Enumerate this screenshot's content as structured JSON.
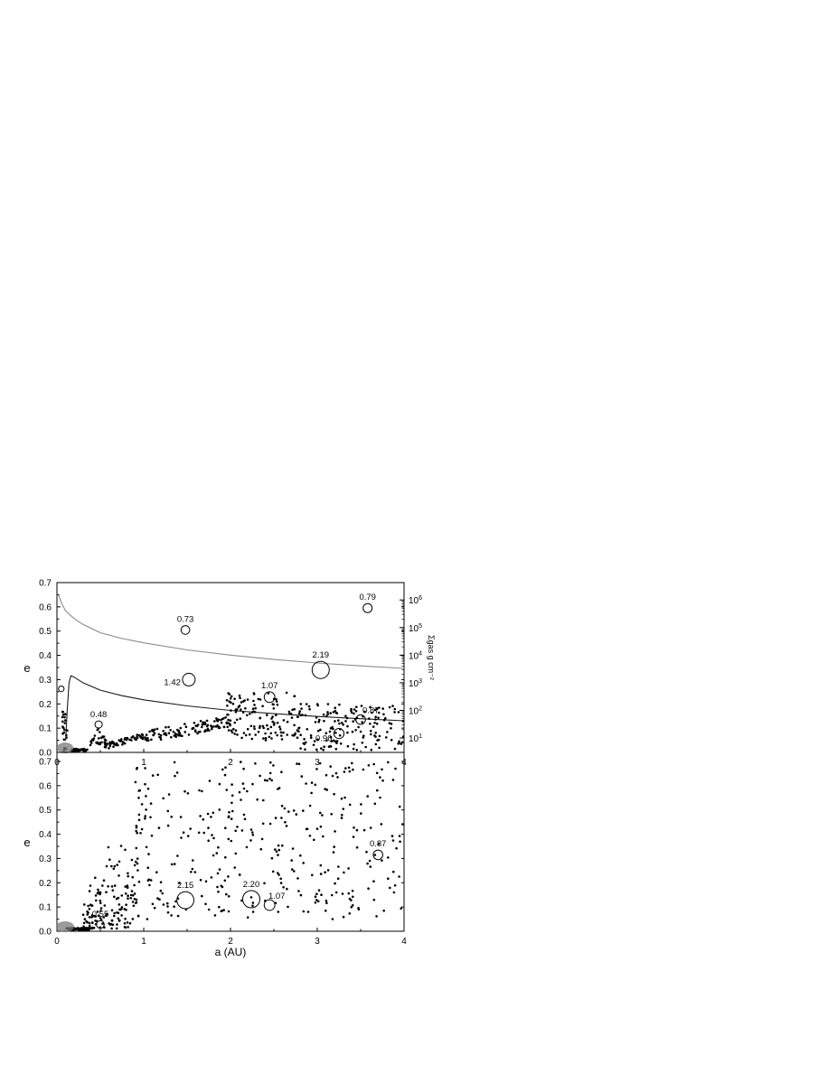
{
  "figure": {
    "shared_xlabel": "a (AU)",
    "x_tick_labels": [
      "0",
      "1",
      "2",
      "3",
      "4"
    ]
  },
  "chart_data": [
    {
      "type": "scatter",
      "panel": "top",
      "xlabel": "",
      "ylabel": "e",
      "y2label": "Σgas g cm⁻²",
      "xlim": [
        0,
        4
      ],
      "ylim": [
        0,
        0.7
      ],
      "y_ticks": [
        0,
        0.1,
        0.2,
        0.3,
        0.4,
        0.5,
        0.6,
        0.7
      ],
      "y_tick_labels": [
        "0.0",
        "0.1",
        "0.2",
        "0.3",
        "0.4",
        "0.5",
        "0.6",
        "0.7"
      ],
      "y2_scale": "log",
      "y2lim": [
        3,
        2000000
      ],
      "y2_ticks": [
        10,
        100,
        1000,
        10000,
        100000,
        1000000
      ],
      "y2_tick_bases": [
        "10",
        "10",
        "10",
        "10",
        "10",
        "10"
      ],
      "y2_tick_exps": [
        "1",
        "2",
        "3",
        "4",
        "5",
        "6"
      ],
      "grid": false,
      "legend": "none",
      "colors": {
        "points": "#000000",
        "profile_dark": "#1a1a1a",
        "profile_light": "#8a8a8a",
        "star": "#7a7a7a"
      },
      "curves": [
        {
          "axis": "right",
          "shade": "light",
          "x": [
            0.02,
            0.05,
            0.1,
            0.2,
            0.3,
            0.5,
            0.75,
            1,
            1.5,
            2,
            2.5,
            3,
            3.5,
            4
          ],
          "y": [
            1500000,
            800000,
            400000,
            210000,
            130000,
            65000,
            40000,
            28000,
            15500,
            10000,
            7000,
            5200,
            4100,
            3300
          ]
        },
        {
          "axis": "right",
          "shade": "dark",
          "x": [
            0.1,
            0.12,
            0.14,
            0.16,
            0.2,
            0.3,
            0.5,
            0.75,
            1,
            1.5,
            2,
            2.5,
            3,
            3.5,
            4
          ],
          "y": [
            8,
            120,
            1000,
            1800,
            1600,
            1000,
            540,
            340,
            240,
            145,
            100,
            76,
            60,
            50,
            42
          ]
        }
      ],
      "planets": [
        {
          "x": 0.48,
          "y": 0.115,
          "mass": 0.48,
          "label": "0.48"
        },
        {
          "x": 1.48,
          "y": 0.505,
          "mass": 0.73,
          "label": "0.73"
        },
        {
          "x": 1.52,
          "y": 0.3,
          "mass": 1.42,
          "label": "1.42"
        },
        {
          "x": 2.45,
          "y": 0.228,
          "mass": 1.07,
          "label": "1.07"
        },
        {
          "x": 3.04,
          "y": 0.34,
          "mass": 2.19,
          "label": "2.19"
        },
        {
          "x": 3.25,
          "y": 0.078,
          "mass": 0.96,
          "label": "0.96"
        },
        {
          "x": 3.5,
          "y": 0.135,
          "mass": 0.87,
          "label": "0.87"
        },
        {
          "x": 3.58,
          "y": 0.595,
          "mass": 0.79,
          "label": "0.79"
        },
        {
          "x": 0.05,
          "y": 0.262,
          "mass": 0.2,
          "label": ""
        }
      ]
    },
    {
      "type": "scatter",
      "panel": "bottom",
      "xlabel": "a (AU)",
      "ylabel": "e",
      "xlim": [
        0,
        4
      ],
      "ylim": [
        0,
        0.7
      ],
      "y_ticks": [
        0,
        0.1,
        0.2,
        0.3,
        0.4,
        0.5,
        0.6,
        0.7
      ],
      "y_tick_labels": [
        "0.0",
        "0.1",
        "0.2",
        "0.3",
        "0.4",
        "0.5",
        "0.6",
        "0.7"
      ],
      "grid": false,
      "legend": "none",
      "colors": {
        "points": "#000000",
        "star": "#7a7a7a"
      },
      "planets": [
        {
          "x": 0.5,
          "y": 0.028,
          "mass": 0.55,
          "label": "0.55"
        },
        {
          "x": 1.48,
          "y": 0.128,
          "mass": 2.15,
          "label": "2.15"
        },
        {
          "x": 2.24,
          "y": 0.132,
          "mass": 2.2,
          "label": "2.20"
        },
        {
          "x": 2.45,
          "y": 0.108,
          "mass": 1.07,
          "label": "1.07"
        },
        {
          "x": 3.7,
          "y": 0.315,
          "mass": 0.87,
          "label": "0.87"
        }
      ]
    }
  ]
}
